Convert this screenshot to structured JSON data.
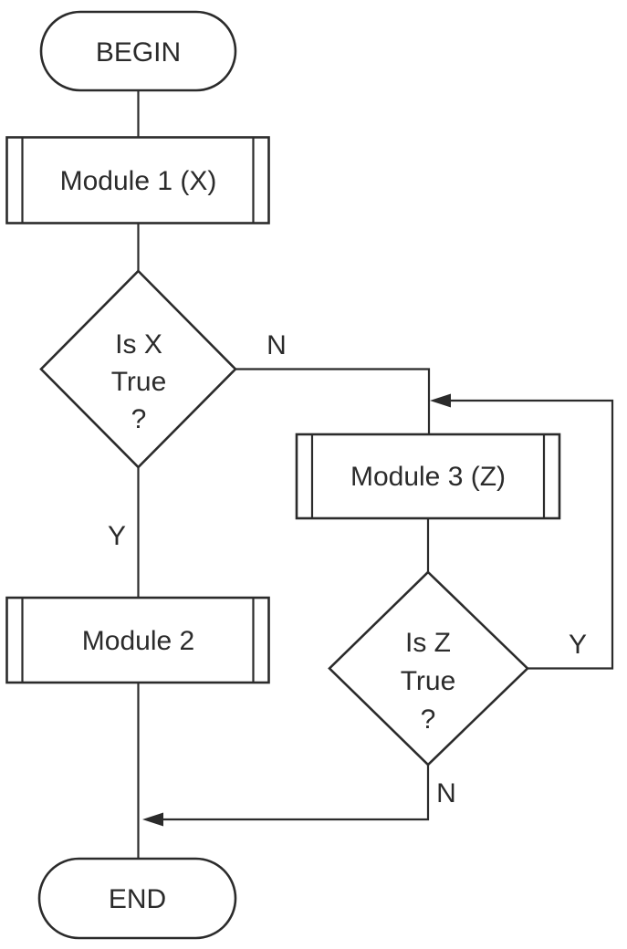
{
  "diagram": {
    "type": "flowchart",
    "background": "#ffffff",
    "line_color": "#2b2b2b",
    "nodes": {
      "begin": {
        "type": "terminator",
        "label": "BEGIN"
      },
      "module1": {
        "type": "predefined-process",
        "label": "Module 1 (X)"
      },
      "decision_x": {
        "type": "decision",
        "label": "Is X True ?",
        "lines": [
          "Is X",
          "True",
          "?"
        ]
      },
      "module2": {
        "type": "predefined-process",
        "label": "Module 2"
      },
      "module3": {
        "type": "predefined-process",
        "label": "Module 3 (Z)"
      },
      "decision_z": {
        "type": "decision",
        "label": "Is Z True ?",
        "lines": [
          "Is Z",
          "True",
          "?"
        ]
      },
      "end": {
        "type": "terminator",
        "label": "END"
      }
    },
    "edges": [
      {
        "from": "begin",
        "to": "module1",
        "label": ""
      },
      {
        "from": "module1",
        "to": "decision_x",
        "label": ""
      },
      {
        "from": "decision_x",
        "to": "module3",
        "label": "N"
      },
      {
        "from": "decision_x",
        "to": "module2",
        "label": "Y"
      },
      {
        "from": "module3",
        "to": "decision_z",
        "label": ""
      },
      {
        "from": "decision_z",
        "to": "module3",
        "label": "Y"
      },
      {
        "from": "decision_z",
        "to": "main-line-before-end",
        "label": "N"
      },
      {
        "from": "module2",
        "to": "end",
        "label": ""
      }
    ]
  }
}
